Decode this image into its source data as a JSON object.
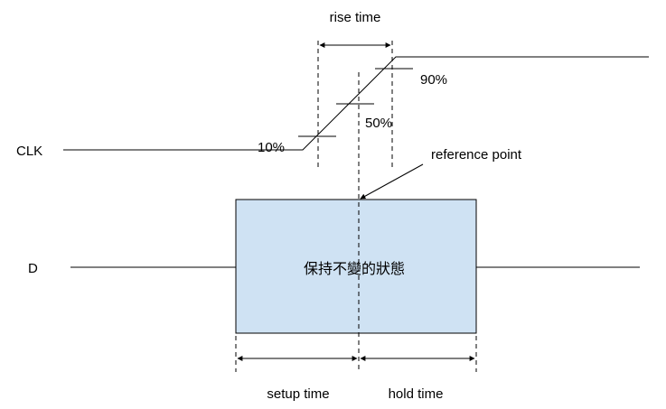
{
  "labels": {
    "rise_time": "rise time",
    "pct_90": "90%",
    "pct_50": "50%",
    "pct_10": "10%",
    "clk": "CLK",
    "reference_point": "reference point",
    "d": "D",
    "box_text": "保持不變的狀態",
    "setup_time": "setup time",
    "hold_time": "hold time"
  },
  "colors": {
    "box_fill": "#cfe2f3",
    "line": "#000000"
  }
}
